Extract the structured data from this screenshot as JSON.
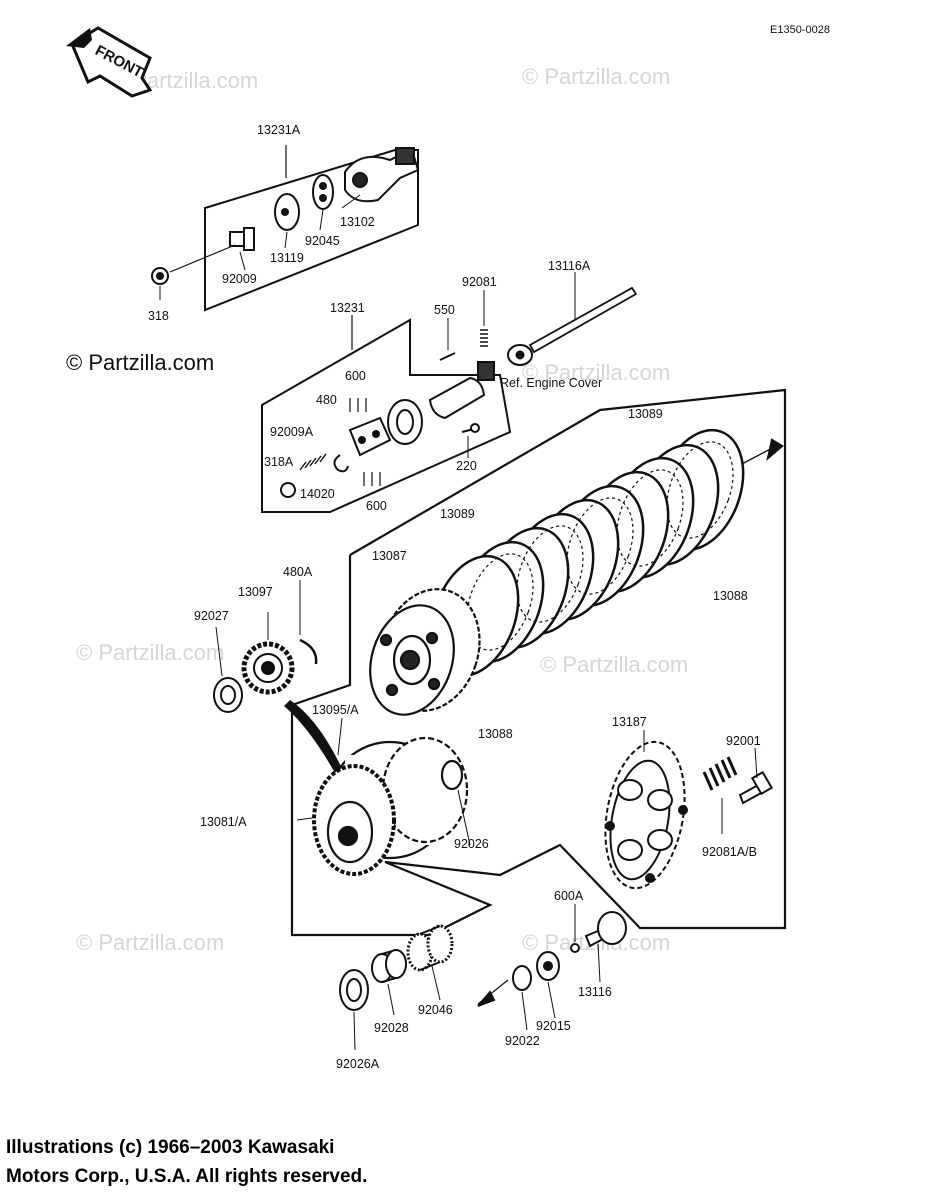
{
  "diagram_code": "E1350-0028",
  "front_label": "FRONT",
  "watermark": "© Partzilla.com",
  "watermark_dark": "© Partzilla.com",
  "labels": {
    "p13231A": "13231A",
    "p13102": "13102",
    "p92045": "92045",
    "p13119": "13119",
    "p92009": "92009",
    "p318": "318",
    "p13231": "13231",
    "p550": "550",
    "p92081": "92081",
    "p13116A": "13116A",
    "p600a": "600",
    "p480": "480",
    "p92009A": "92009A",
    "p318A": "318A",
    "p14020": "14020",
    "p600b": "600",
    "p220": "220",
    "ref_engine_cover": "Ref.  Engine Cover",
    "p13089a": "13089",
    "p13089b": "13089",
    "p13087": "13087",
    "p13088a": "13088",
    "p13088b": "13088",
    "p13097": "13097",
    "p480A": "480A",
    "p92027": "92027",
    "p13095A": "13095/A",
    "p13187": "13187",
    "p92001": "92001",
    "p13081A": "13081/A",
    "p92026": "92026",
    "p92081AB": "92081A/B",
    "p600A": "600A",
    "p13116": "13116",
    "p92015": "92015",
    "p92022": "92022",
    "p92046": "92046",
    "p92028": "92028",
    "p92026A": "92026A"
  },
  "copyright_line1": "Illustrations (c) 1966–2003 Kawasaki",
  "copyright_line2": "Motors Corp., U.S.A.  All rights reserved."
}
